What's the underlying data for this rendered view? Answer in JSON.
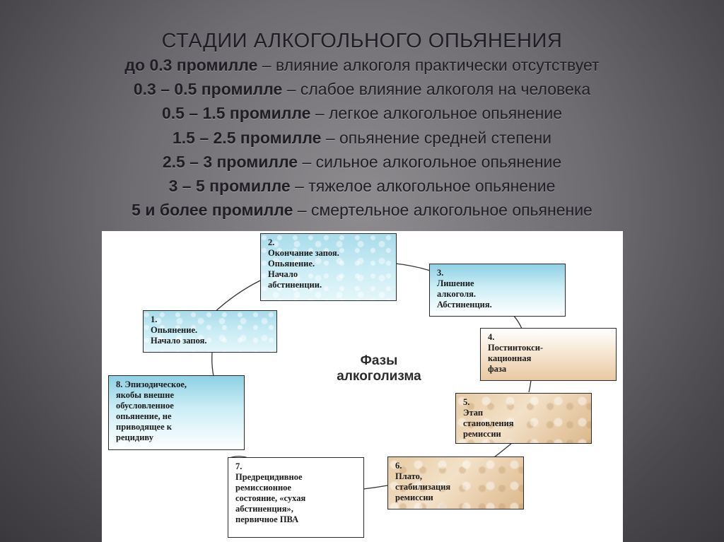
{
  "heading": {
    "title": "СТАДИИ АЛКОГОЛЬНОГО ОПЬЯНЕНИЯ",
    "stages": [
      {
        "range": "до 0.3 промилле",
        "desc": "влияние алкоголя практически отсутствует"
      },
      {
        "range": "0.3 – 0.5 промилле",
        "desc": "слабое влияние алкоголя на человека"
      },
      {
        "range": "0.5 – 1.5 промилле",
        "desc": "легкое алкогольное опьянение"
      },
      {
        "range": "1.5 – 2.5 промилле",
        "desc": "опьянение средней степени"
      },
      {
        "range": "2.5 – 3 промилле",
        "desc": "сильное алкогольное опьянение"
      },
      {
        "range": "3 – 5 промилле",
        "desc": "тяжелое алкогольное опьянение"
      },
      {
        "range": "5 и более промилле",
        "desc": "смертельное алкогольное опьянение"
      }
    ],
    "dash": " – "
  },
  "diagram": {
    "center_label": [
      "Фазы",
      "алкоголизма"
    ],
    "phases": [
      {
        "lines": [
          "1.",
          "Опьянение.",
          "Начало запоя."
        ]
      },
      {
        "lines": [
          "2.",
          "Окончание запоя.",
          "Опьянение.",
          "Начало",
          "абстиненции."
        ]
      },
      {
        "lines": [
          "3.",
          "Лишение",
          "алкоголя.",
          "Абстиненция."
        ]
      },
      {
        "lines": [
          "4.",
          "Постинтокси-",
          "кационная",
          "фаза"
        ]
      },
      {
        "lines": [
          "5.",
          "Этап",
          "становления",
          "ремиссии"
        ]
      },
      {
        "lines": [
          "6.",
          "Плато,",
          "стабилизация",
          "ремиссии"
        ]
      },
      {
        "lines": [
          "7.",
          "Предрецидивное",
          "ремиссионное",
          "состояние, «сухая",
          "абстиненция»,",
          "первичное ПВА"
        ]
      },
      {
        "lines": [
          "8. Эпизодическое,",
          "якобы внешне",
          "обусловленное",
          "опьянение, не",
          "приводящее к",
          "рецидиву"
        ]
      }
    ]
  }
}
